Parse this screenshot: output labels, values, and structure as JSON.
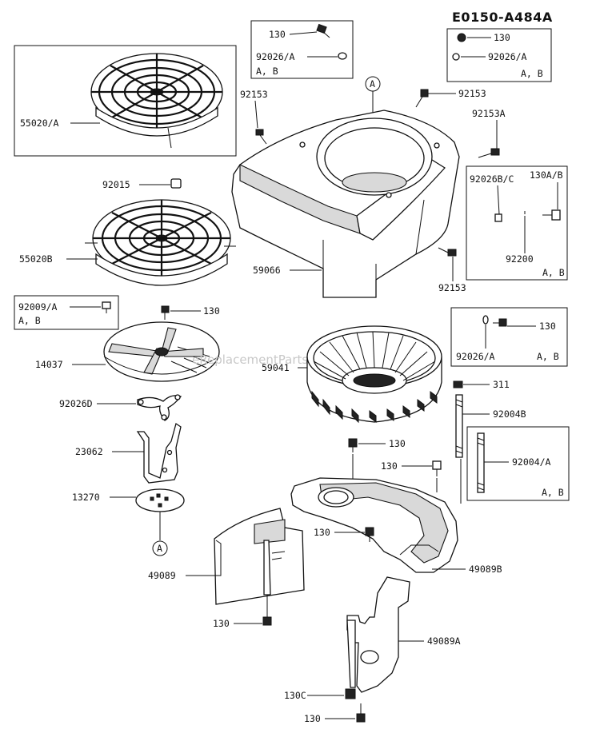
{
  "diagram_code": "E0150-A484A",
  "watermark": "eReplacementParts.com",
  "reference_marker": "A",
  "labels": {
    "b130_top": "130",
    "b92026a_top": "92026/A",
    "ab_top": "A, B",
    "r130_top": "130",
    "r92026a_top": "92026/A",
    "rab_top": "A, B",
    "55020a": "55020/A",
    "92153_left": "92153",
    "92153_top": "92153",
    "92153a": "92153A",
    "92026bc": "92026B/C",
    "130ab": "130A/B",
    "92200": "92200",
    "ab_92200": "A, B",
    "92015": "92015",
    "55020b": "55020B",
    "59066": "59066",
    "92153_mid": "92153",
    "92009a": "92009/A",
    "ab_92009": "A, B",
    "130_fan": "130",
    "14037": "14037",
    "r92026a_mid": "92026/A",
    "rab_mid": "A, B",
    "r130_mid": "130",
    "59041": "59041",
    "311": "311",
    "92026d": "92026D",
    "92004b": "92004B",
    "23062": "23062",
    "130_plate": "130",
    "130_plate2": "130",
    "92004a": "92004/A",
    "ab_92004": "A, B",
    "13270": "13270",
    "130_plate3": "130",
    "49089": "49089",
    "49089b": "49089B",
    "130_bot1": "130",
    "49089a": "49089A",
    "130c": "130C",
    "130_bot2": "130"
  }
}
